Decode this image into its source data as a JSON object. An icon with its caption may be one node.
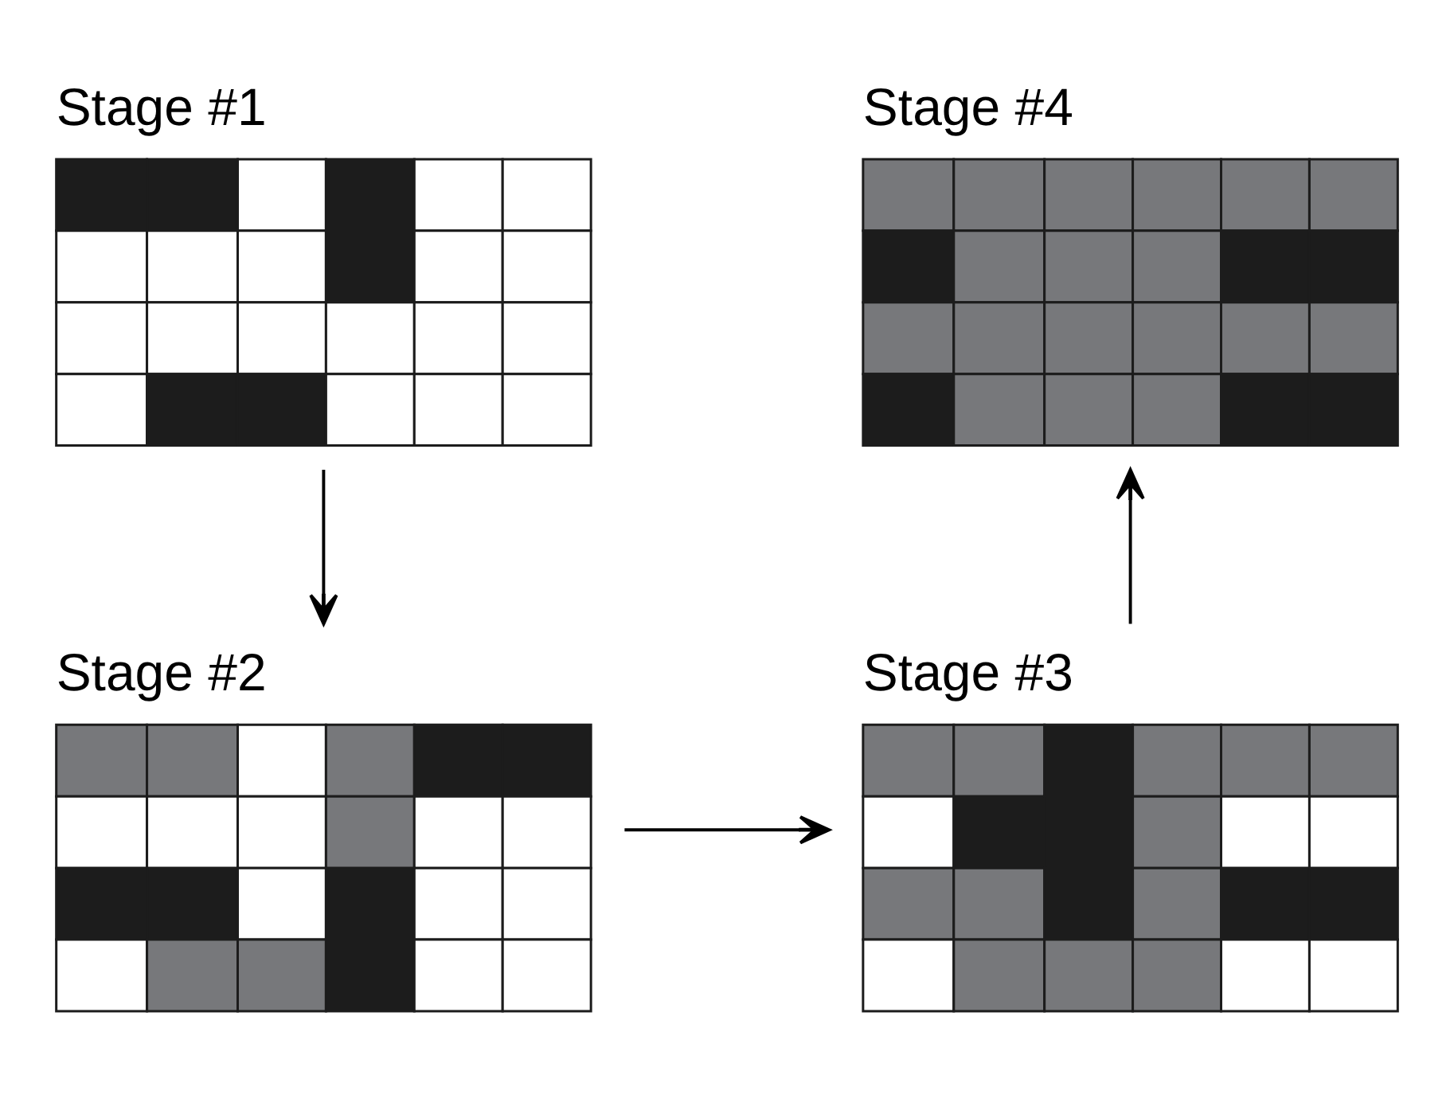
{
  "diagram": {
    "nodes": [
      {
        "text": [
          "Stage #1"
        ]
      },
      {
        "text": [
          "Stage #2"
        ]
      },
      {
        "text": [
          "Stage #3"
        ]
      },
      {
        "text": [
          "Stage #4"
        ]
      }
    ],
    "edges": [
      {
        "from": 0,
        "to": 1,
        "arrow": "to"
      },
      {
        "from": 1,
        "to": 2,
        "arrow": "to"
      },
      {
        "from": 2,
        "to": 3,
        "arrow": "to"
      }
    ]
  }
}
